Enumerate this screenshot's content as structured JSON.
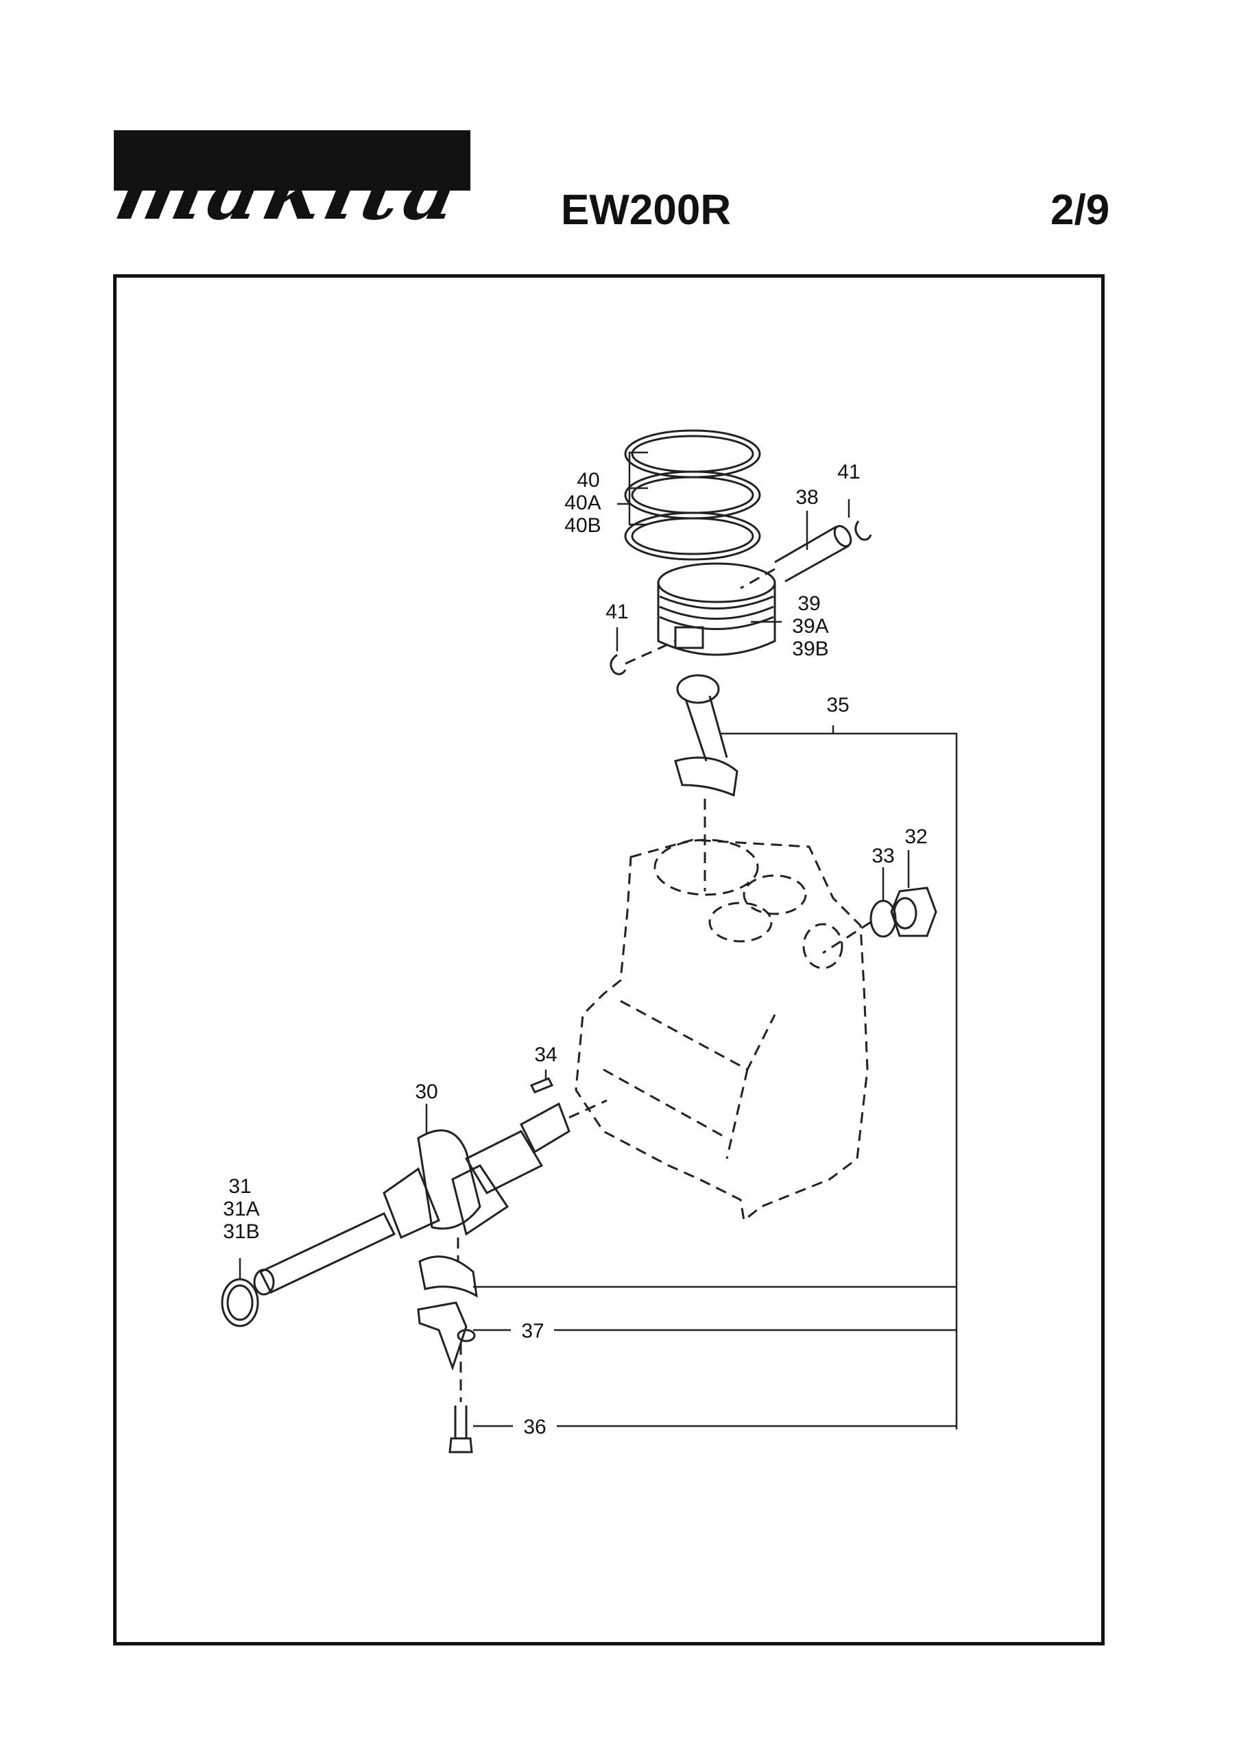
{
  "header": {
    "brand": "makita",
    "model": "EW200R",
    "page": "2/9"
  },
  "callouts": {
    "c40": "40",
    "c40a": "40A",
    "c40b": "40B",
    "c41_top": "41",
    "c38": "38",
    "c41_left": "41",
    "c39": "39",
    "c39a": "39A",
    "c39b": "39B",
    "c35": "35",
    "c32": "32",
    "c33": "33",
    "c34": "34",
    "c30": "30",
    "c31": "31",
    "c31a": "31A",
    "c31b": "31B",
    "c37": "37",
    "c36": "36"
  }
}
